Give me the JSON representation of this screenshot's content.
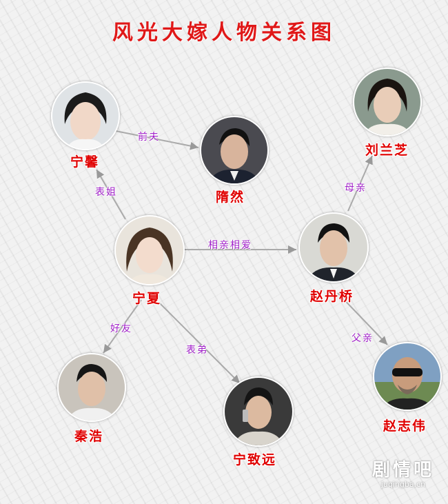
{
  "title": "风光大嫁人物关系图",
  "colors": {
    "name": "#e00000",
    "relation": "#a020c8",
    "title": "#e01818",
    "edge": "#999999"
  },
  "people": {
    "ningxin": "宁馨",
    "suiran": "隋然",
    "liulanzhi": "刘兰芝",
    "ningxia": "宁夏",
    "zhaodanqiao": "赵丹桥",
    "qinhao": "秦浩",
    "ningzhiyuan": "宁致远",
    "zhaozhiwei": "赵志伟"
  },
  "relations": {
    "ningxin_suiran": "前夫",
    "ningxia_ningxin": "表姐",
    "ningxia_zhaodanqiao": "相亲相爱",
    "zhaodanqiao_liulanzhi": "母亲",
    "ningxia_qinhao": "好友",
    "ningxia_ningzhiyuan": "表弟",
    "zhaodanqiao_zhaozhiwei": "父亲"
  },
  "watermark": {
    "cn": "剧情吧",
    "en": "juqingba.cn"
  }
}
